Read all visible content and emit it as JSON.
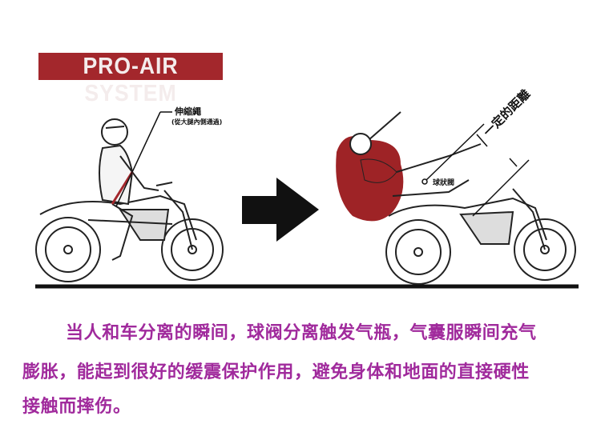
{
  "logo": {
    "text": "PRO-AIR SYSTEM",
    "color": "#a3272c"
  },
  "labels": {
    "tether": "伸縮繩",
    "tether_note": "(從大腿內側通過)",
    "ball_valve": "球狀閥",
    "distance": "一定的距離"
  },
  "description": {
    "lines": [
      "当人和车分离的瞬间，球阀分离触发气瓶，气囊服瞬间充气",
      "膨胀，能起到很好的缓震保护作用，避免身体和地面的直接硬性",
      "接触而摔伤。"
    ],
    "color": "#a02a9c"
  },
  "airbag_color": "#9e2326"
}
